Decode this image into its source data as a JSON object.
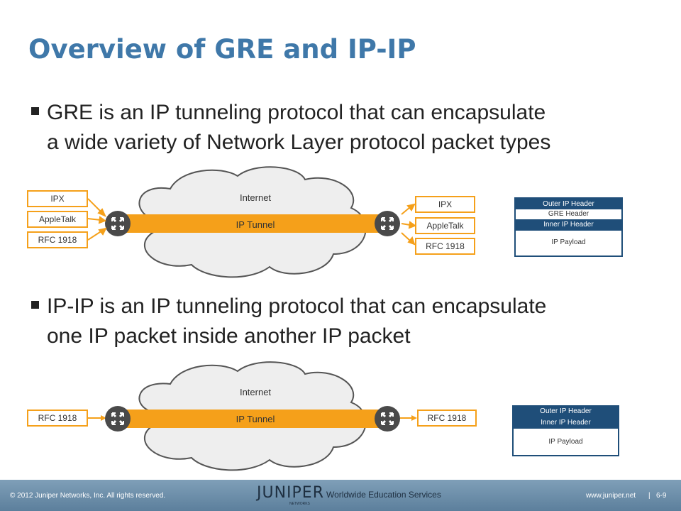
{
  "slide": {
    "title": "Overview of GRE and IP-IP",
    "bullets": [
      {
        "line1": "GRE is an IP tunneling protocol that can encapsulate",
        "line2": "a wide variety of Network Layer protocol packet types"
      },
      {
        "line1": "IP-IP is an IP tunneling protocol that can encapsulate",
        "line2": "one IP packet inside another IP packet"
      }
    ]
  },
  "diagram1": {
    "cloud_label": "Internet",
    "tunnel_label": "IP Tunnel",
    "left_protocols": [
      "IPX",
      "AppleTalk",
      "RFC 1918"
    ],
    "right_protocols": [
      "IPX",
      "AppleTalk",
      "RFC 1918"
    ],
    "headers": {
      "outer": "Outer IP Header",
      "gre": "GRE Header",
      "inner": "Inner IP Header",
      "payload": "IP Payload"
    }
  },
  "diagram2": {
    "cloud_label": "Internet",
    "tunnel_label": "IP Tunnel",
    "left_protocol": "RFC 1918",
    "right_protocol": "RFC 1918",
    "headers": {
      "outer": "Outer IP Header",
      "inner": "Inner IP Header",
      "payload": "IP Payload"
    }
  },
  "footer": {
    "copyright": "© 2012 Juniper Networks, Inc. All rights reserved.",
    "logo_text": "JUNIPER",
    "logo_sub": "NETWORKS",
    "center": "Worldwide Education Services",
    "url": "www.juniper.net",
    "separator": "|",
    "page": "6-9"
  },
  "colors": {
    "title": "#3f78a9",
    "accent": "#f5a01a",
    "header_dark": "#1f4e79",
    "cloud": "#eeeeee"
  }
}
